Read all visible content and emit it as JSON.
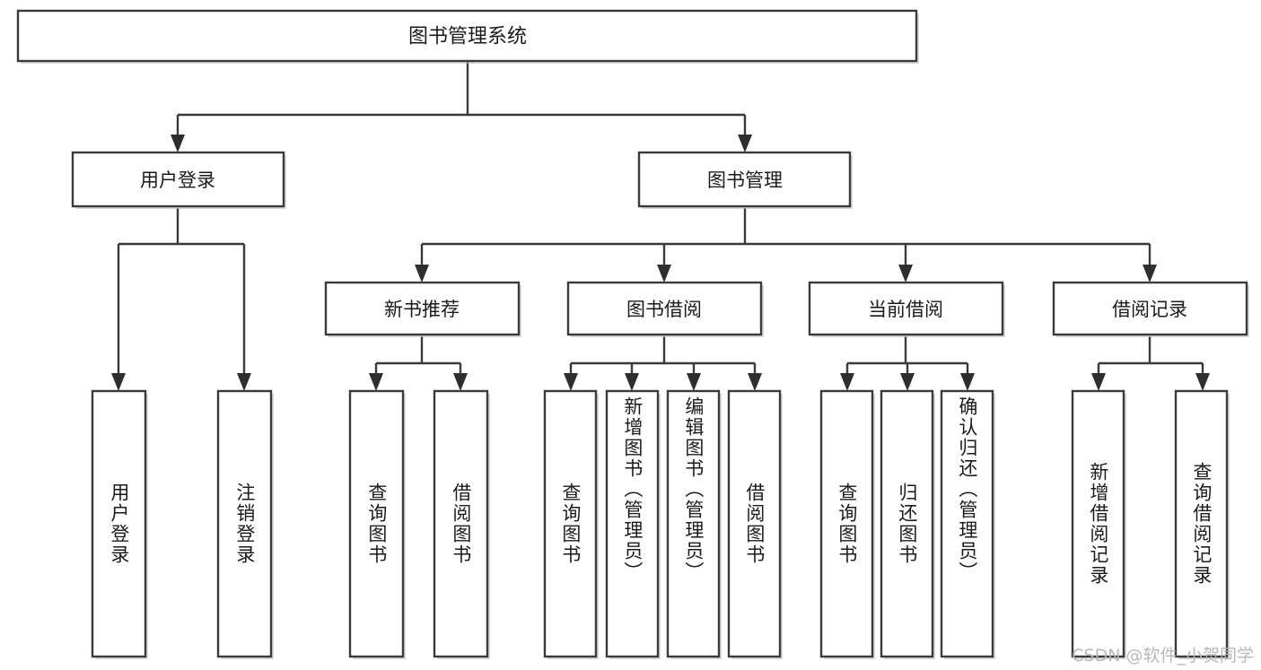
{
  "diagram": {
    "type": "tree",
    "title": "图书管理系统",
    "watermark": "CSDN @软件_小贺同学",
    "colors": {
      "box_stroke": "#3a3a3a",
      "box_fill": "#ffffff",
      "connector": "#3a3a3a",
      "text": "#1b1b1b",
      "watermark": "#b5b5b5",
      "background": "#ffffff"
    },
    "root": {
      "id": "root",
      "label": "图书管理系统"
    },
    "level2": [
      {
        "id": "user-login",
        "label": "用户登录"
      },
      {
        "id": "book-manage",
        "label": "图书管理"
      }
    ],
    "level3": [
      {
        "id": "new-book-rec",
        "label": "新书推荐",
        "parent": "book-manage"
      },
      {
        "id": "book-borrow",
        "label": "图书借阅",
        "parent": "book-manage"
      },
      {
        "id": "current-borrow",
        "label": "当前借阅",
        "parent": "book-manage"
      },
      {
        "id": "borrow-record",
        "label": "借阅记录",
        "parent": "book-manage"
      }
    ],
    "leaves": [
      {
        "id": "leaf-user-login",
        "label": "用户登录",
        "parent": "user-login"
      },
      {
        "id": "leaf-user-logout",
        "label": "注销登录",
        "parent": "user-login"
      },
      {
        "id": "leaf-query-book-1",
        "label": "查询图书",
        "parent": "new-book-rec"
      },
      {
        "id": "leaf-borrow-book-1",
        "label": "借阅图书",
        "parent": "new-book-rec"
      },
      {
        "id": "leaf-query-book-2",
        "label": "查询图书",
        "parent": "book-borrow"
      },
      {
        "id": "leaf-add-book",
        "label": "新增图书（管理员）",
        "parent": "book-borrow"
      },
      {
        "id": "leaf-edit-book",
        "label": "编辑图书（管理员）",
        "parent": "book-borrow"
      },
      {
        "id": "leaf-borrow-book-2",
        "label": "借阅图书",
        "parent": "book-borrow"
      },
      {
        "id": "leaf-query-book-3",
        "label": "查询图书",
        "parent": "current-borrow"
      },
      {
        "id": "leaf-return-book",
        "label": "归还图书",
        "parent": "current-borrow"
      },
      {
        "id": "leaf-confirm-return",
        "label": "确认归还（管理员）",
        "parent": "current-borrow"
      },
      {
        "id": "leaf-add-record",
        "label": "新增借阅记录",
        "parent": "borrow-record"
      },
      {
        "id": "leaf-query-record",
        "label": "查询借阅记录",
        "parent": "borrow-record"
      }
    ]
  }
}
